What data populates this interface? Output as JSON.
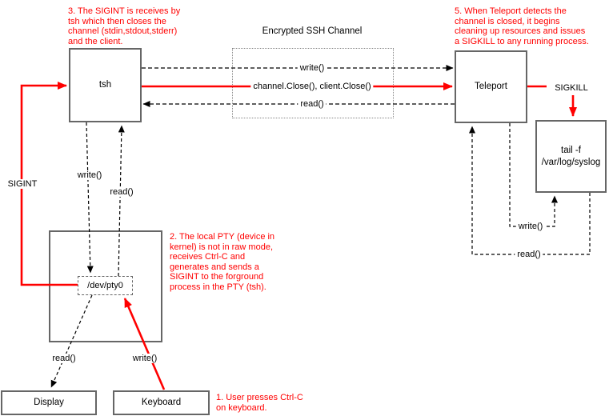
{
  "channel": {
    "title": "Encrypted SSH Channel",
    "write_label": "write()",
    "close_label": "channel.Close(), client.Close()",
    "read_label": "read()"
  },
  "nodes": {
    "tsh": "tsh",
    "teleport": "Teleport",
    "tail_line1": "tail -f",
    "tail_line2": "/var/log/syslog",
    "pty": "/dev/pty0",
    "display": "Display",
    "keyboard": "Keyboard"
  },
  "edges": {
    "sigint": "SIGINT",
    "sigkill": "SIGKILL",
    "tsh_pty_write": "write()",
    "tsh_pty_read": "read()",
    "pty_display_read": "read()",
    "keyboard_pty_write": "write()",
    "teleport_tail_write": "write()",
    "teleport_tail_read": "read()"
  },
  "notes": {
    "note1": {
      "lines": [
        "1. User presses Ctrl-C",
        "on keyboard."
      ]
    },
    "note2": {
      "lines": [
        "2. The local PTY (device in",
        "kernel) is not in raw mode,",
        "receives Ctrl-C and",
        "generates and sends a",
        "SIGINT to the forground",
        "process in the PTY (tsh)."
      ]
    },
    "note3": {
      "lines": [
        "3. The SIGINT is receives by",
        "tsh which then closes the",
        "channel (stdin,stdout,stderr)",
        "and the client."
      ]
    },
    "note5": {
      "lines": [
        "5. When Teleport detects the",
        "channel is closed, it begins",
        "cleaning up resources and issues",
        "a SIGKILL to any running process."
      ]
    }
  },
  "colors": {
    "accent_red": "#ff0000",
    "box_border": "#666666",
    "text": "#000000"
  }
}
